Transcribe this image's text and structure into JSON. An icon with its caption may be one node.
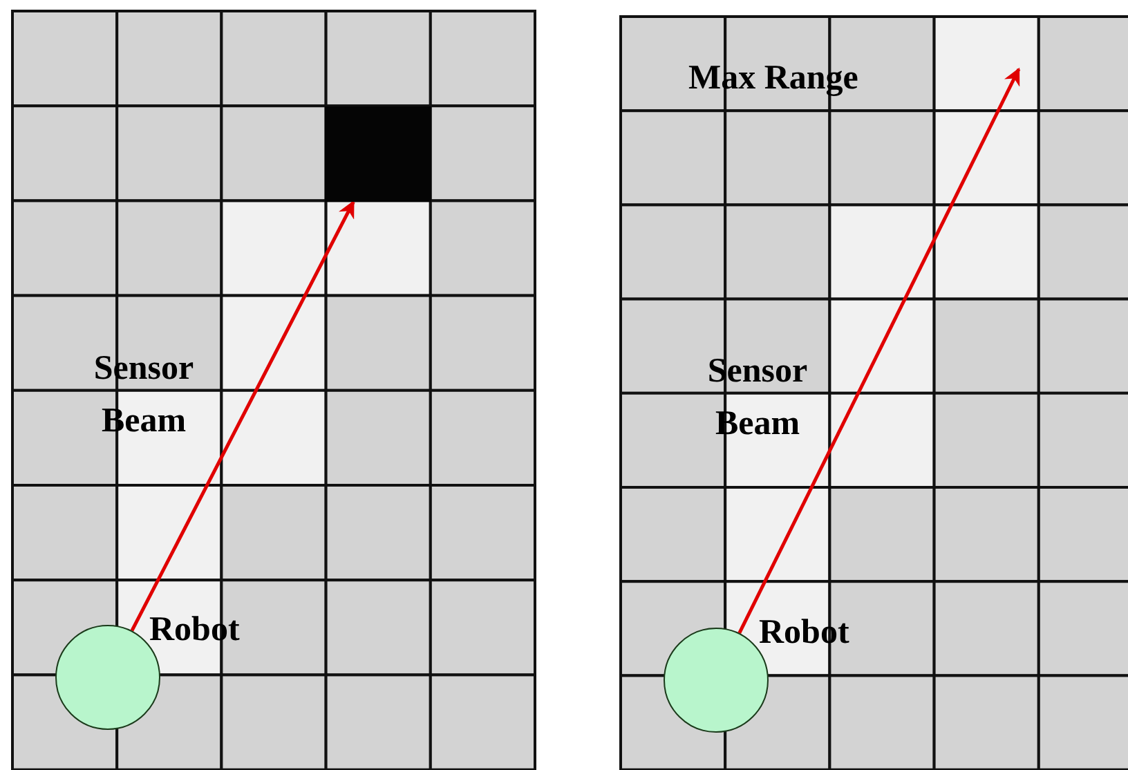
{
  "diagram": {
    "nodes": [
      {
        "text": [],
        "shape": "circle",
        "beside": [
          "Robot"
        ]
      },
      {
        "text": [],
        "shape": "box"
      },
      {
        "text": [],
        "shape": "circle",
        "beside": [
          "Robot"
        ]
      }
    ],
    "edges": [
      {
        "from": 0,
        "to": 1,
        "arrow": "to",
        "color": "#e00000"
      },
      {
        "from": 2,
        "to": null,
        "arrow": "to",
        "color": "#e00000"
      }
    ],
    "labels": [
      "Sensor Beam",
      "Max Range",
      "Sensor Beam"
    ]
  }
}
